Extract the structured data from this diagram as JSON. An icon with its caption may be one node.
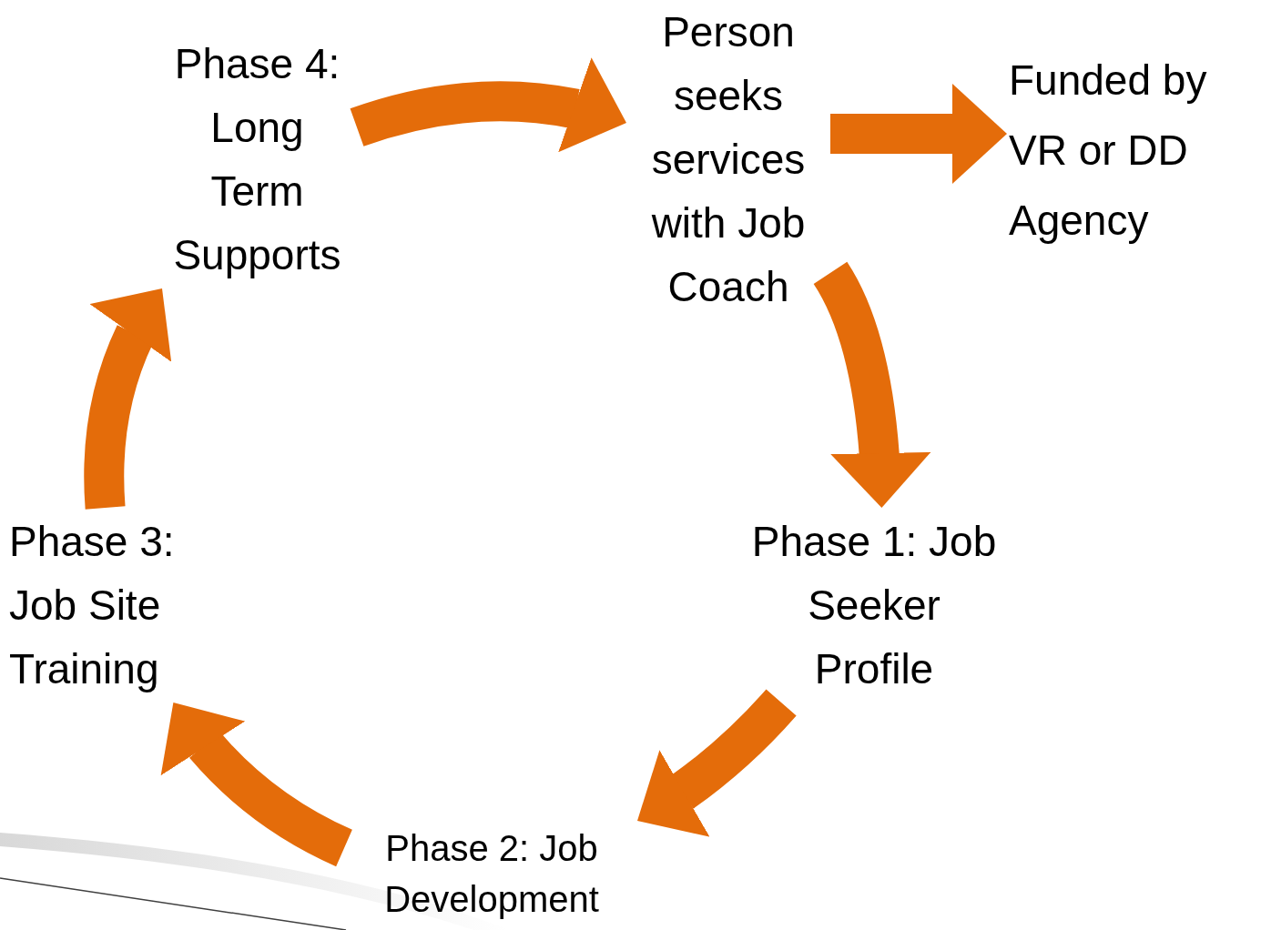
{
  "diagram": {
    "nodes": [
      {
        "text": [
          "Person seeks services with Job Coach"
        ]
      },
      {
        "text": [
          "Funded by VR or DD Agency"
        ]
      },
      {
        "text": [
          "Phase 1: Job Seeker Profile"
        ]
      },
      {
        "text": [
          "Phase 2: Job Development"
        ]
      },
      {
        "text": [
          "Phase 3: Job Site Training"
        ]
      },
      {
        "text": [
          "Phase 4: Long Term Supports"
        ]
      }
    ],
    "edges": [
      {
        "from": 0,
        "to": 1,
        "arrow": "to"
      },
      {
        "from": 0,
        "to": 2,
        "arrow": "to"
      },
      {
        "from": 2,
        "to": 3,
        "arrow": "to"
      },
      {
        "from": 3,
        "to": 4,
        "arrow": "to"
      },
      {
        "from": 4,
        "to": 5,
        "arrow": "to"
      },
      {
        "from": 5,
        "to": 0,
        "arrow": "to"
      }
    ]
  }
}
